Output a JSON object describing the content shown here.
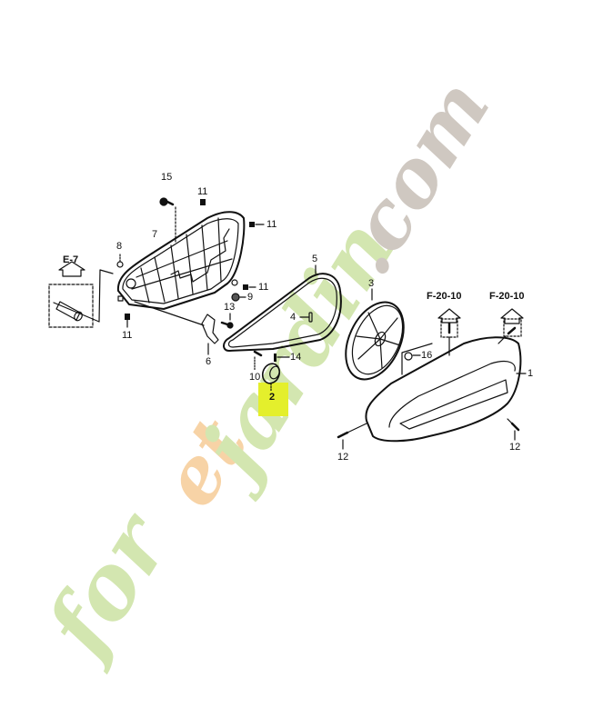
{
  "diagram": {
    "type": "exploded-parts-diagram",
    "highlighted_part": "2",
    "highlight_color": "#e4ef2c",
    "line_color": "#111111"
  },
  "watermark": {
    "text_green_1": "for",
    "text_orange": "et",
    "text_green_2": "jardin",
    "text_grey": ".com",
    "colors": {
      "green": "#d3e6b0",
      "orange": "#f7d3a6",
      "grey": "#cfc8c1"
    }
  },
  "references": [
    {
      "id": "ref-e7",
      "label": "E-7"
    },
    {
      "id": "ref-f2010-a",
      "label": "F-20-10"
    },
    {
      "id": "ref-f2010-b",
      "label": "F-20-10"
    }
  ],
  "callouts": [
    {
      "part": "1",
      "label": "1"
    },
    {
      "part": "2",
      "label": "2"
    },
    {
      "part": "3",
      "label": "3"
    },
    {
      "part": "4",
      "label": "4"
    },
    {
      "part": "5",
      "label": "5"
    },
    {
      "part": "6",
      "label": "6"
    },
    {
      "part": "7",
      "label": "7"
    },
    {
      "part": "8",
      "label": "8"
    },
    {
      "part": "9",
      "label": "9"
    },
    {
      "part": "10",
      "label": "10"
    },
    {
      "part": "11",
      "label": "11"
    },
    {
      "part": "12",
      "label": "12"
    },
    {
      "part": "13",
      "label": "13"
    },
    {
      "part": "14",
      "label": "14"
    },
    {
      "part": "15",
      "label": "15"
    },
    {
      "part": "16",
      "label": "16"
    }
  ]
}
